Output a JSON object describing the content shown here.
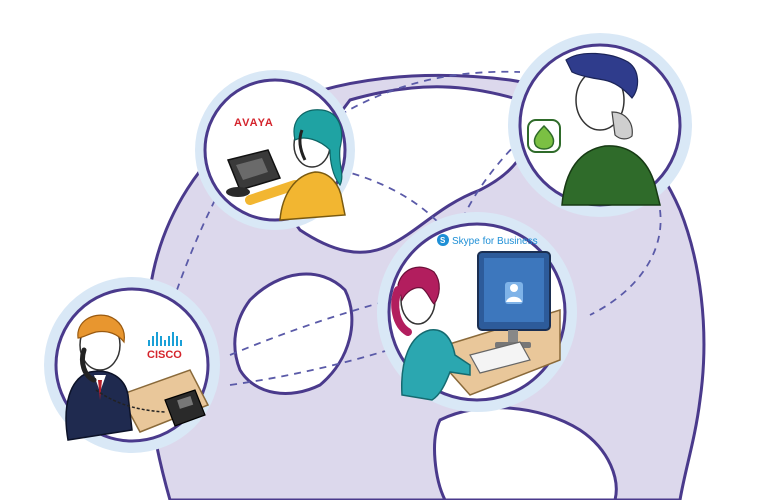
{
  "brands": {
    "avaya": "AVAYA",
    "cisco": "CISCO",
    "skype": "Skype for Business"
  },
  "colors": {
    "globe_fill": "#dcd8ec",
    "globe_stroke": "#4a3a8c",
    "halo": "#d9e8f6",
    "dashed_line": "#5a5aa8",
    "avaya_red": "#d4242c",
    "cisco_blue": "#1ba0d7",
    "cisco_red": "#d4242c",
    "skype_blue": "#1e8fd6",
    "shirt_yellow": "#f2b631",
    "hair_teal": "#1fa3a3",
    "shirt_green": "#2f6b2a",
    "hair_blue": "#2f3c8c",
    "hair_orange": "#e8962f",
    "suit_navy": "#1f2a4f",
    "shirt_teal": "#2ba7b0",
    "hair_magenta": "#b21e5e",
    "desk_tan": "#e9c79a",
    "screen_blue": "#2d5b9a"
  }
}
